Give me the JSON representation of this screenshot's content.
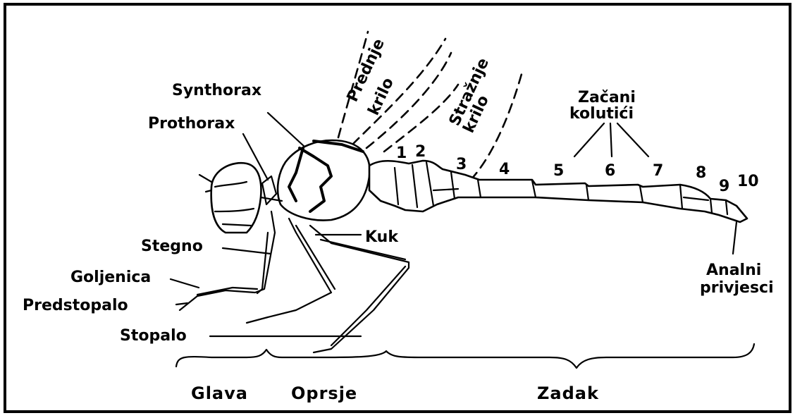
{
  "labels": {
    "synthorax": "Synthorax",
    "prothorax": "Prothorax",
    "prednje_line1": "Prednje",
    "prednje_line2": "krilo",
    "straznje_line1": "Stražnje",
    "straznje_line2": "krilo",
    "zacani_line1": "Začani",
    "zacani_line2": "kolutići",
    "kuk": "Kuk",
    "stegno": "Stegno",
    "goljenica": "Goljenica",
    "predstopalo": "Predstopalo",
    "stopalo": "Stopalo",
    "analni_line1": "Analni",
    "analni_line2": "privjesci"
  },
  "segments": [
    "1",
    "2",
    "3",
    "4",
    "5",
    "6",
    "7",
    "8",
    "9",
    "10"
  ],
  "sections": {
    "glava": "Glava",
    "oprsje": "Oprsje",
    "zadak": "Zadak"
  }
}
